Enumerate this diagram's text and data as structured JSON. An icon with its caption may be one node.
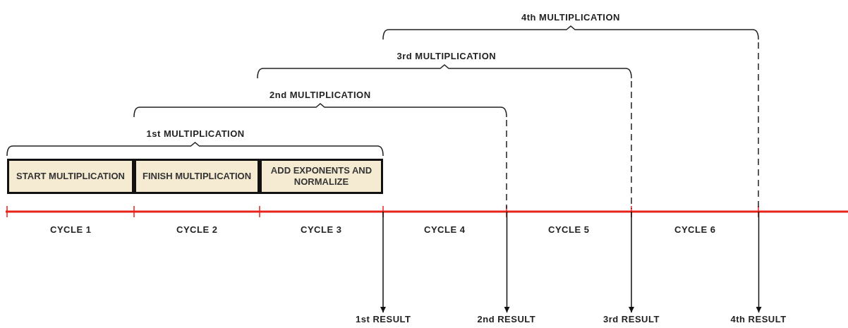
{
  "diagram": {
    "nodes": [
      {
        "text": [
          "START MULTIPLICATION"
        ]
      },
      {
        "text": [
          "FINISH MULTIPLICATION"
        ]
      },
      {
        "text": [
          "ADD EXPONENTS AND NORMALIZE"
        ]
      },
      {
        "text": [
          "1st RESULT"
        ]
      },
      {
        "text": [
          "2nd RESULT"
        ]
      },
      {
        "text": [
          "3rd RESULT"
        ]
      },
      {
        "text": [
          "4th RESULT"
        ]
      }
    ],
    "edges": [
      {
        "from": null,
        "to": 3,
        "arrow": "to"
      },
      {
        "from": null,
        "to": 4,
        "arrow": "to"
      },
      {
        "from": null,
        "to": 5,
        "arrow": "to"
      },
      {
        "from": null,
        "to": 6,
        "arrow": "to"
      }
    ],
    "labels": [
      "4th MULTIPLICATION",
      "3rd MULTIPLICATION",
      "2nd MULTIPLICATION",
      "1st MULTIPLICATION",
      "CYCLE 1",
      "CYCLE 2",
      "CYCLE 3",
      "CYCLE 4",
      "CYCLE 5",
      "CYCLE 6"
    ]
  }
}
